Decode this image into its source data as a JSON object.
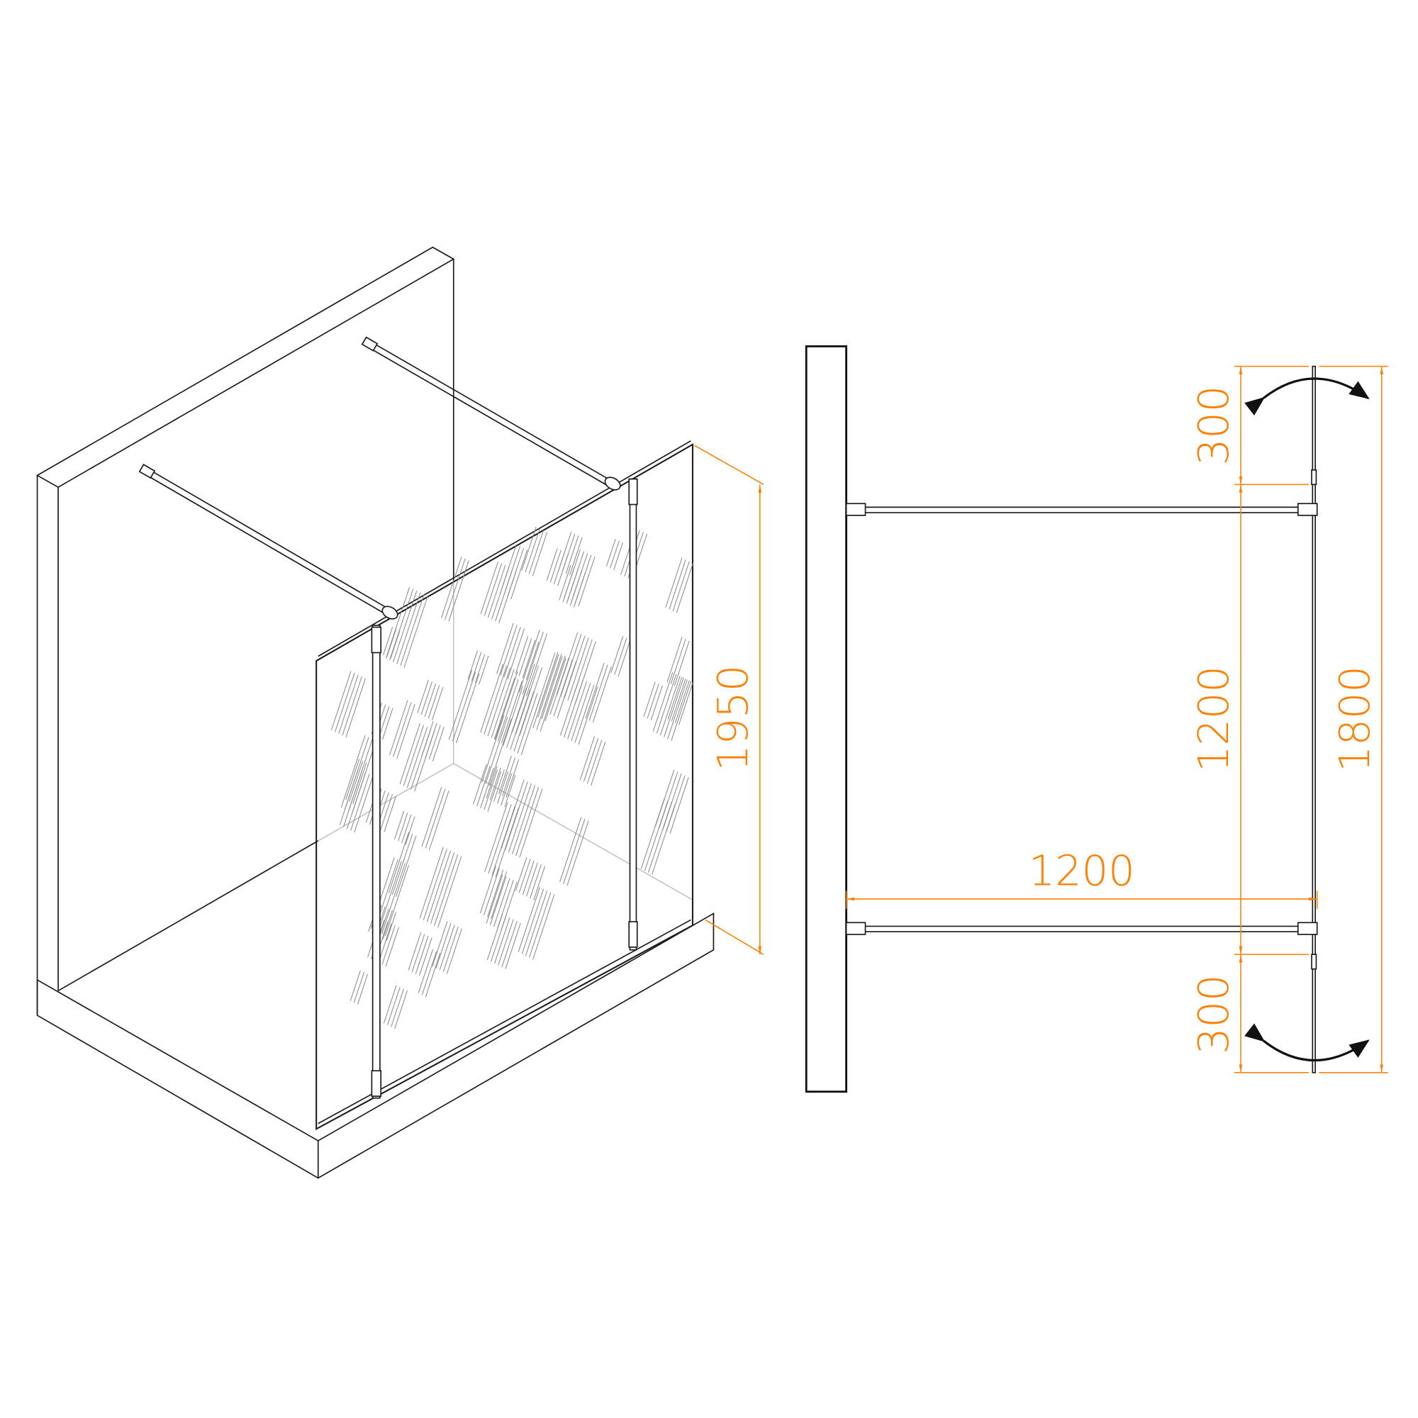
{
  "isometric_view": {
    "height_dimension": "1950"
  },
  "plan_view": {
    "top_swing_dimension": "300",
    "fixed_length_dimension": "1200",
    "bottom_swing_dimension": "300",
    "total_length_dimension": "1800",
    "wall_distance_dimension": "1200"
  },
  "colors": {
    "dimension": "#ff8000",
    "lines": "#1a1a1a"
  }
}
